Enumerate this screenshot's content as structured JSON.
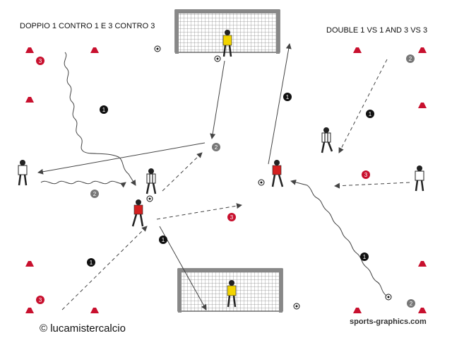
{
  "titles": {
    "italian": "DOPPIO 1 CONTRO 1 E 3 CONTRO 3",
    "english": "DOUBLE 1 VS 1 AND 3 VS 3"
  },
  "credits": {
    "author": "© lucamistercalcio",
    "site": "sports-graphics.com"
  },
  "colors": {
    "cone": "#c8102e",
    "badge_red": "#c8102e",
    "badge_grey": "#777777",
    "badge_black": "#111111",
    "player_red": "#d42020",
    "keeper_yellow": "#f2d400"
  },
  "step_badges": [
    {
      "text": "3",
      "color": "red"
    },
    {
      "text": "1",
      "color": "black"
    },
    {
      "text": "2",
      "color": "grey"
    },
    {
      "text": "2",
      "color": "grey"
    },
    {
      "text": "1",
      "color": "black"
    },
    {
      "text": "3",
      "color": "red"
    },
    {
      "text": "1",
      "color": "black"
    },
    {
      "text": "1",
      "color": "black"
    },
    {
      "text": "3",
      "color": "red"
    },
    {
      "text": "2",
      "color": "grey"
    },
    {
      "text": "1",
      "color": "black"
    },
    {
      "text": "3",
      "color": "red"
    },
    {
      "text": "1",
      "color": "black"
    },
    {
      "text": "2",
      "color": "grey"
    }
  ]
}
